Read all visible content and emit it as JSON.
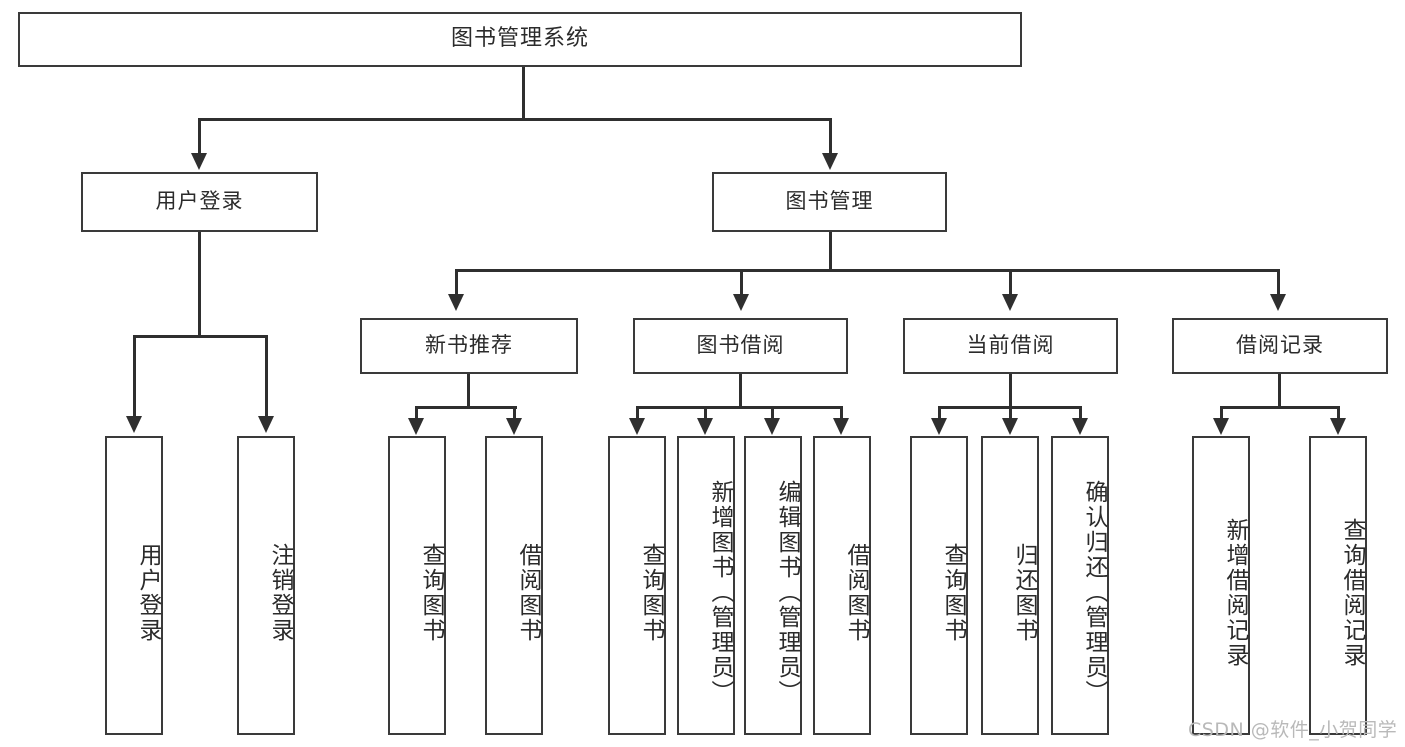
{
  "diagram": {
    "title": "图书管理系统",
    "type": "功能结构图",
    "root": {
      "label": "图书管理系统"
    },
    "level2": [
      {
        "label": "用户登录"
      },
      {
        "label": "图书管理"
      }
    ],
    "level3": [
      {
        "label": "新书推荐"
      },
      {
        "label": "图书借阅"
      },
      {
        "label": "当前借阅"
      },
      {
        "label": "借阅记录"
      }
    ],
    "leaves": {
      "user_login": [
        {
          "label": "用户登录"
        },
        {
          "label": "注销登录"
        }
      ],
      "new_book": [
        {
          "label": "查询图书"
        },
        {
          "label": "借阅图书"
        }
      ],
      "book_borrow": [
        {
          "label": "查询图书"
        },
        {
          "label": "新增图书（管理员）"
        },
        {
          "label": "编辑图书（管理员）"
        },
        {
          "label": "借阅图书"
        }
      ],
      "current_borrow": [
        {
          "label": "查询图书"
        },
        {
          "label": "归还图书"
        },
        {
          "label": "确认归还（管理员）"
        }
      ],
      "borrow_record": [
        {
          "label": "新增借阅记录"
        },
        {
          "label": "查询借阅记录"
        }
      ]
    }
  },
  "watermark": {
    "text": "CSDN @软件_小贺同学"
  },
  "colors": {
    "border": "#3a3a3a",
    "line": "#2f2f2f",
    "text": "#2b2b2b",
    "background": "#ffffff",
    "watermark": "#b9b9b9"
  }
}
